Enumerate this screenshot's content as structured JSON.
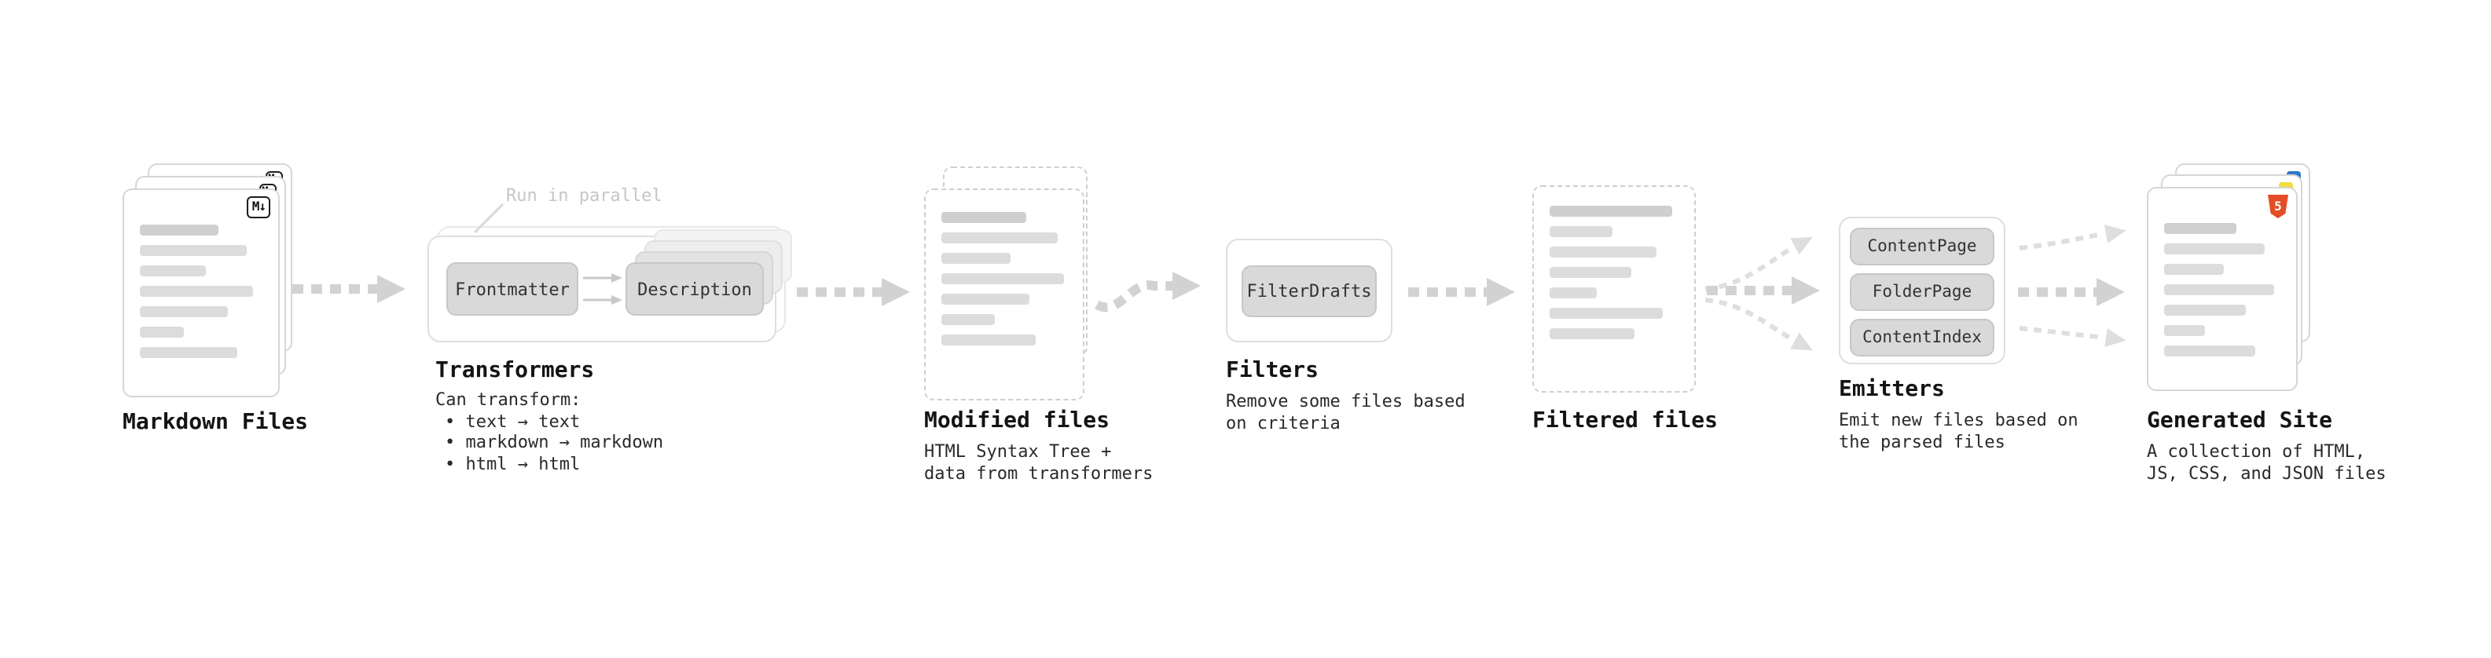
{
  "colors": {
    "arrow-gray": "#d2d2d2",
    "arrow-light": "#dedede",
    "bar-gray": "#dcdcdc",
    "node-fill": "#d9d9d9",
    "html-orange": "#e44d26",
    "js-yellow": "#f1dd3f",
    "ts-blue": "#3178c6",
    "title-ink": "#141414",
    "body-ink": "#2a2a2a",
    "muted": "#c6c6c6"
  },
  "nodes": {
    "markdown_files": {
      "title": "Markdown Files",
      "badge": "M↓"
    },
    "transformers": {
      "title": "Transformers",
      "callout": "Run in parallel",
      "plugin_a": "Frontmatter",
      "plugin_b": "Description",
      "details": [
        "Can transform:",
        "• text → text",
        "• markdown → markdown",
        "• html → html"
      ]
    },
    "modified_files": {
      "title": "Modified files",
      "subtitle": "HTML Syntax Tree +\ndata from transformers"
    },
    "filters": {
      "title": "Filters",
      "plugin": "FilterDrafts",
      "subtitle": "Remove some files based\non criteria"
    },
    "filtered_files": {
      "title": "Filtered files"
    },
    "emitters": {
      "title": "Emitters",
      "plugins": [
        "ContentPage",
        "FolderPage",
        "ContentIndex"
      ],
      "subtitle": "Emit new files based on\nthe parsed files"
    },
    "generated_site": {
      "title": "Generated Site",
      "badge": "5",
      "subtitle": "A collection of HTML,\nJS, CSS, and JSON files"
    }
  }
}
